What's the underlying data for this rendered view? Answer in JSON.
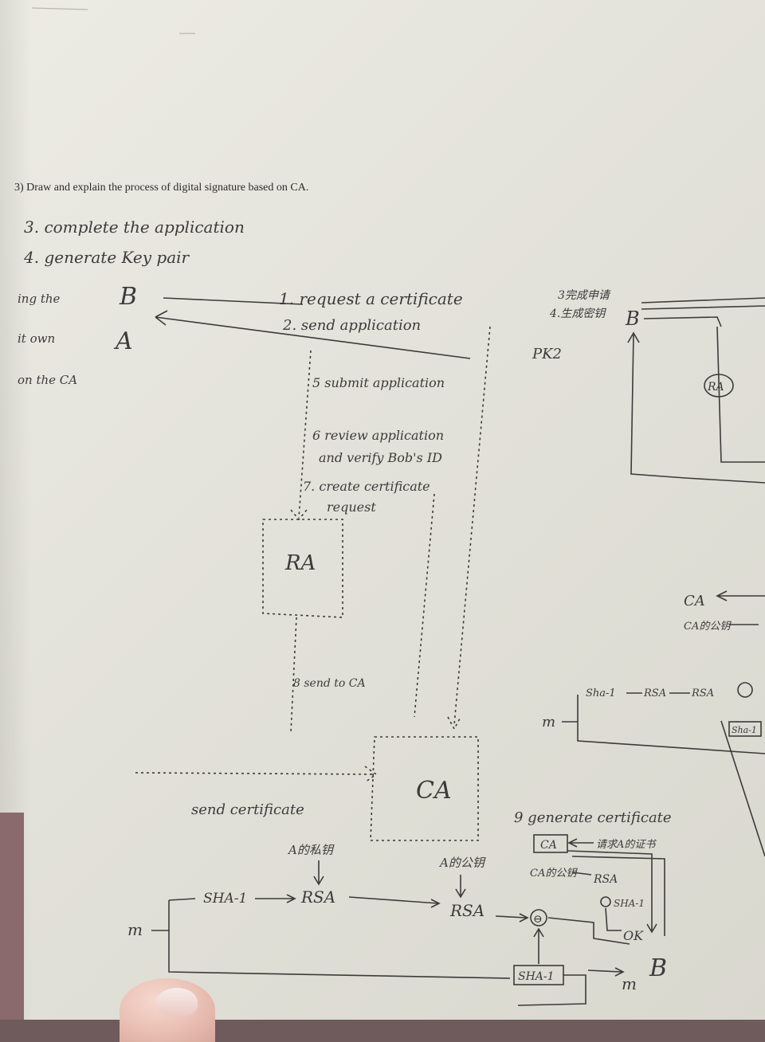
{
  "question": "3) Draw and explain the process of digital signature based on CA.",
  "notes": {
    "step3": "3. complete the application",
    "step4": "4. generate Key pair",
    "left_partial_1": "ing the",
    "left_partial_2": "it own",
    "left_partial_3": "on the CA"
  },
  "entities": {
    "b": "B",
    "a": "A",
    "ra": "RA",
    "ca": "CA"
  },
  "steps": {
    "s1": "1. request a certificate",
    "s2": "2. send application",
    "s5": "5 submit application",
    "s6a": "6 review application",
    "s6b": "and verify Bob's ID",
    "s7a": "7. create certificate",
    "s7b": "request",
    "s8": "8 send to CA",
    "send_cert": "send certificate",
    "s9": "9 generate certificate"
  },
  "flow": {
    "priv_key": "A的私钥",
    "pub_key": "A的公钥",
    "m": "m",
    "sha": "SHA-1",
    "rsa": "RSA",
    "cmp": "⊖",
    "sha_box": "SHA-1",
    "out_m": "m",
    "out_b": "B"
  },
  "mini": {
    "ca_box": "CA",
    "ca_note": "请求A的证书",
    "ca_pub": "CA的公钥",
    "rsa": "RSA",
    "sha": "SHA-1",
    "ok": "OK"
  },
  "right_fragment": {
    "cn1": "3完成申请",
    "cn2": "4.生成密钥",
    "pk": "PK2",
    "b": "B",
    "ra": "RA",
    "ca": "CA",
    "ca_pub": "CA的公钥",
    "sha": "Sha-1",
    "rsa1": "RSA",
    "rsa2": "RSA",
    "m": "m",
    "sha_box": "Sha-1"
  }
}
